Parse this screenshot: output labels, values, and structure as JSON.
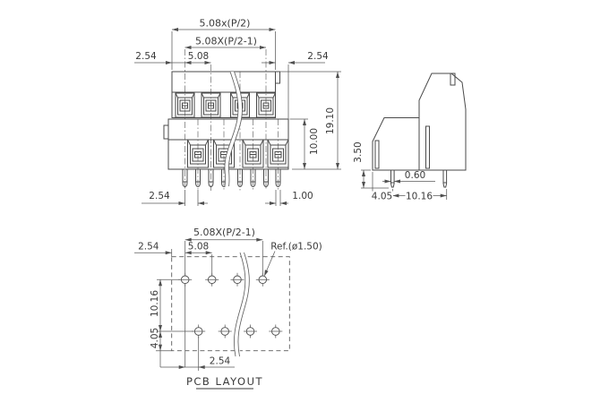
{
  "drawing": {
    "front_view": {
      "dim_top_pitch_full": "5.08x(P/2)",
      "dim_top_pitch_minus1": "5.08X(P/2-1)",
      "dim_pitch": "5.08",
      "dim_left_offset": "2.54",
      "dim_right_offset": "2.54",
      "dim_total_height": "19.10",
      "dim_lower_height": "10.00",
      "dim_pin_stagger": "2.54",
      "dim_pin_width": "1.00"
    },
    "side_view": {
      "dim_pin_length": "3.50",
      "dim_pin_thickness": "0.60",
      "dim_front_pin_offset": "4.05",
      "dim_row_spacing": "10.16"
    },
    "pcb_layout": {
      "dim_top_pitch_minus1": "5.08X(P/2-1)",
      "dim_pitch": "5.08",
      "dim_left_offset": "2.54",
      "dim_hole_ref": "Ref.(ø1.50)",
      "dim_row_spacing": "10.16",
      "dim_bottom_margin": "4.05",
      "dim_stagger": "2.54",
      "label": "PCB LAYOUT"
    }
  }
}
